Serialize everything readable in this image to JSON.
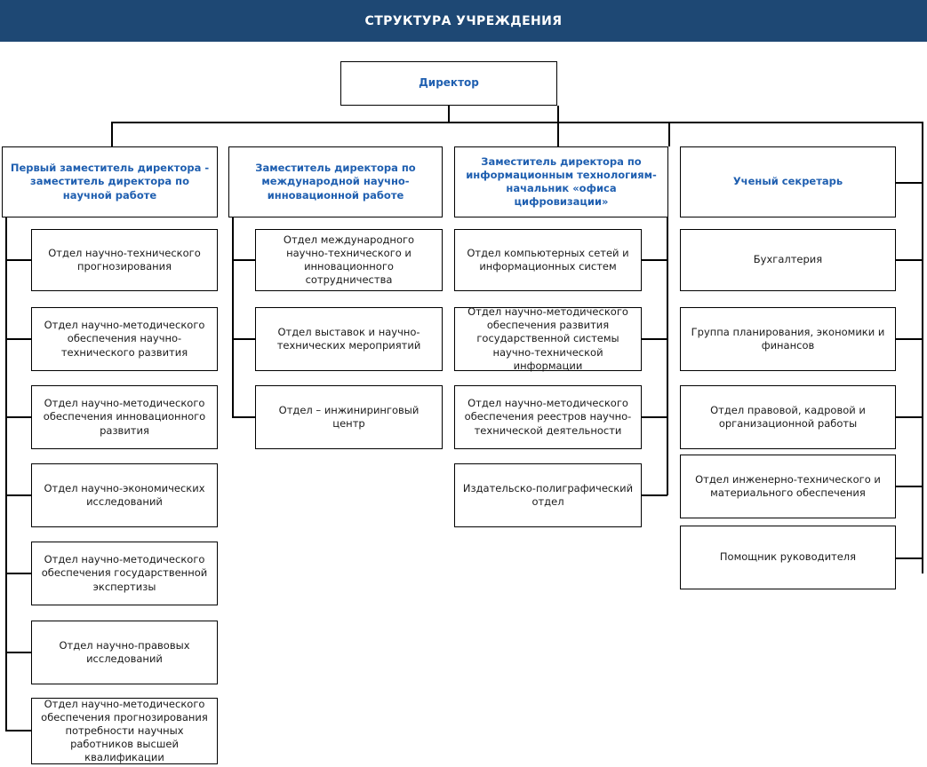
{
  "banner": {
    "title": "СТРУКТУРА УЧРЕЖДЕНИЯ"
  },
  "colors": {
    "banner_bg": "#1e4874",
    "banner_text": "#ffffff",
    "heading_text": "#1f5fb0",
    "body_text": "#1a1a1a",
    "box_border": "#000000",
    "box_fill": "#ffffff"
  },
  "root": {
    "label": "Директор"
  },
  "branches": [
    {
      "head": "Первый заместитель директора - заместитель директора по научной работе",
      "departments": [
        "Отдел научно-технического прогнозирования",
        "Отдел научно-методического обеспечения научно-технического развития",
        "Отдел научно-методического обеспечения инновационного развития",
        "Отдел научно-экономических исследований",
        "Отдел научно-методического обеспечения государственной экспертизы",
        "Отдел научно-правовых исследований",
        "Отдел научно-методического обеспечения прогнозирования потребности научных работников высшей квалификации"
      ]
    },
    {
      "head": "Заместитель директора по международной научно-инновационной работе",
      "departments": [
        "Отдел международного научно-технического и инновационного сотрудничества",
        "Отдел выставок и научно-технических мероприятий",
        "Отдел – инжиниринговый центр"
      ]
    },
    {
      "head": "Заместитель директора по информационным технологиям-начальник «офиса цифровизации»",
      "departments": [
        "Отдел компьютерных сетей и информационных систем",
        "Отдел научно-методического обеспечения развития государственной системы научно-технической информации",
        "Отдел научно-методического обеспечения реестров научно-технической деятельности",
        "Издательско-полиграфический отдел"
      ]
    },
    {
      "head": "Ученый секретарь",
      "departments": [
        "Бухгалтерия",
        "Группа планирования, экономики и финансов",
        "Отдел правовой, кадровой и организационной работы",
        "Отдел инженерно-технического и материального обеспечения",
        "Помощник руководителя"
      ]
    }
  ]
}
